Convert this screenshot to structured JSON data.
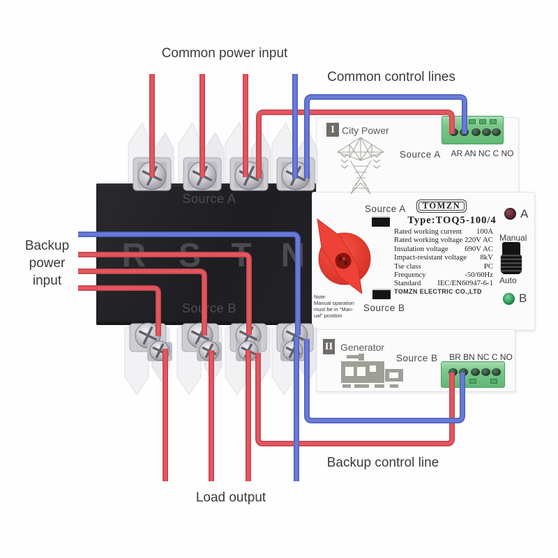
{
  "colors": {
    "wire_red": "#e4565f",
    "wire_red_dark": "#c2444d",
    "wire_blue": "#6a7bd6",
    "wire_blue_dark": "#4c5fbe",
    "terminal_green": "#79c78a",
    "knob_red": "#e8392e",
    "led_a": "#56242e",
    "led_b": "#2e9958",
    "breaker_black": "#232327"
  },
  "annotations": {
    "common_power_input": "Common power input",
    "common_control_lines": "Common control lines",
    "backup_power_line1": "Backup",
    "backup_power_line2": "power",
    "backup_power_line3": "input",
    "load_output": "Load output",
    "backup_control_line": "Backup control line"
  },
  "breaker": {
    "source_a": "Source A",
    "source_b": "Source B",
    "phases": [
      "R",
      "S",
      "T",
      "N"
    ]
  },
  "device": {
    "city_power": {
      "numeral": "I",
      "label": "City Power",
      "source": "Source A",
      "terminals": "AR AN NC C NO"
    },
    "generator": {
      "numeral": "II",
      "label": "Generator",
      "source": "Source B",
      "terminals": "BR BN NC C NO"
    },
    "panel": {
      "brand": "TOMZN",
      "type_label": "Type:TOQ5-100/4",
      "source_a_label": "Source A",
      "source_b_label": "Source B",
      "indicator_a": "A",
      "indicator_b": "B",
      "manual": "Manual",
      "auto": "Auto",
      "note_line1": "Note:",
      "note_line2": "Manual oparation",
      "note_line3": "must be in \"Man-",
      "note_line4": "ual\" position",
      "company": "TOMZN ELECTRIC CO.,LTD"
    },
    "specs": [
      {
        "label": "Rated working current",
        "value": "100A"
      },
      {
        "label": "Rated working voltage",
        "value": "220V AC"
      },
      {
        "label": "Insulation voltage",
        "value": "690V AC"
      },
      {
        "label": "Impact-resistant voltage",
        "value": "8kV"
      },
      {
        "label": "Tse class",
        "value": "PC"
      },
      {
        "label": "Frequency",
        "value": "-50/60Hz"
      },
      {
        "label": "Standard",
        "value": "IEC/EN60947-6-1"
      }
    ]
  }
}
